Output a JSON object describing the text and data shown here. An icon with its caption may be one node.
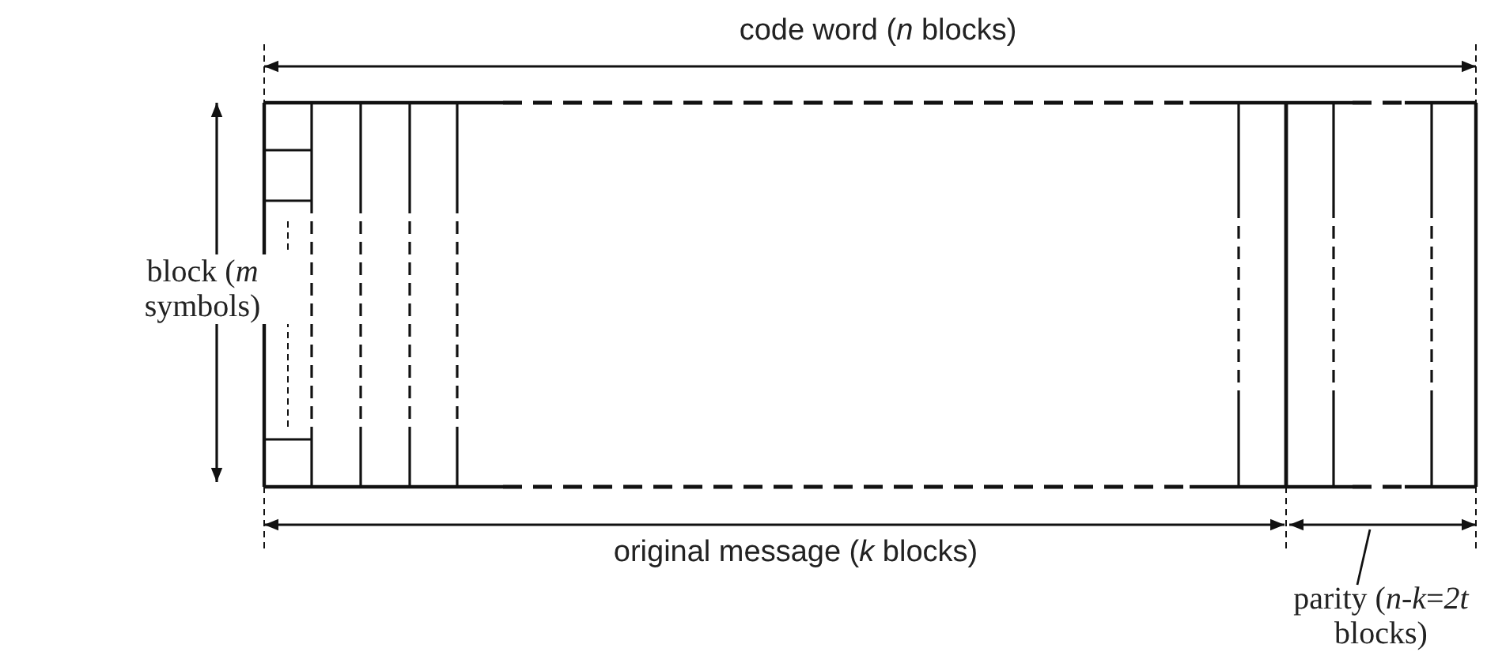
{
  "diagram": {
    "nodes": [
      {
        "text": [
          "parity (*n*-*k*=*2t* blocks)"
        ]
      },
      {
        "text": [],
        "shape": "arrow"
      }
    ],
    "edges": [
      {
        "from": 0,
        "to": 1,
        "arrow": "none"
      }
    ],
    "labels": [
      "code word (*n* blocks)",
      "block (*m* symbols)",
      "original message (*k* blocks)"
    ]
  }
}
